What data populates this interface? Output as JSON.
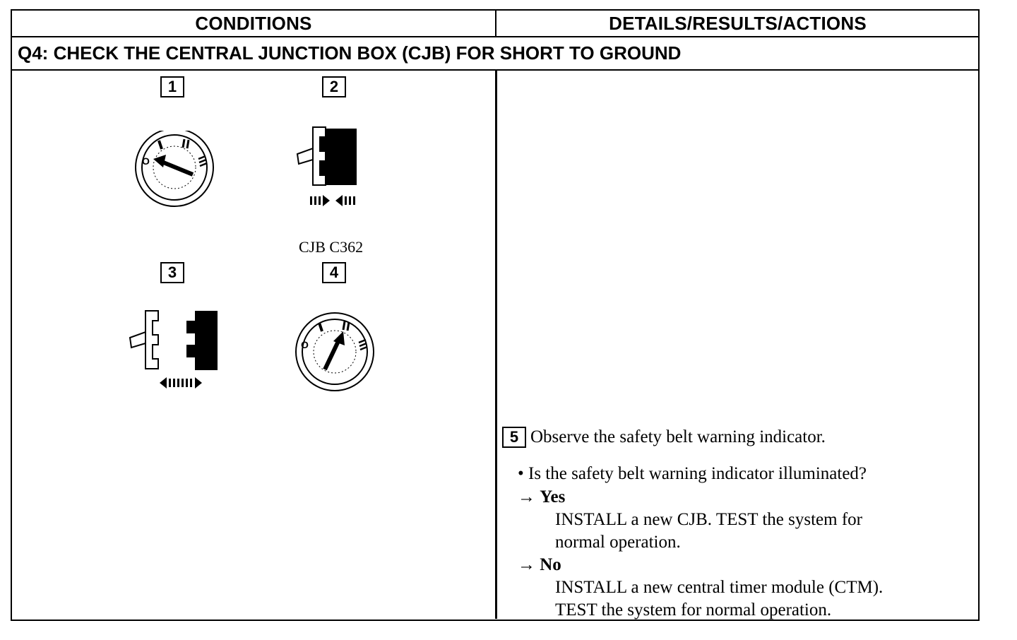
{
  "header": {
    "conditions": "CONDITIONS",
    "details": "DETAILS/RESULTS/ACTIONS"
  },
  "question": {
    "title": "Q4: CHECK THE CENTRAL JUNCTION BOX (CJB) FOR SHORT TO GROUND"
  },
  "steps": {
    "s1": "1",
    "s2": "2",
    "s3": "3",
    "s4": "4",
    "s5": "5"
  },
  "illustrations": {
    "cjb_label": "CJB C362",
    "icons": [
      "ignition-switch-off-icon",
      "connector-connect-icon",
      "connector-disconnect-icon",
      "ignition-switch-run-icon"
    ],
    "switch_marks": [
      "O",
      "I",
      "II",
      "III"
    ]
  },
  "actions": {
    "step5_text": "Observe the safety belt warning indicator.",
    "question_text": "• Is the safety belt warning indicator illuminated?",
    "arrow": "→",
    "yes_label": "Yes",
    "yes_line1": "INSTALL a new CJB. TEST the system for",
    "yes_line2": "normal operation.",
    "no_label": "No",
    "no_line1": "INSTALL a new central timer module (CTM).",
    "no_line2": "TEST the system for normal operation."
  }
}
